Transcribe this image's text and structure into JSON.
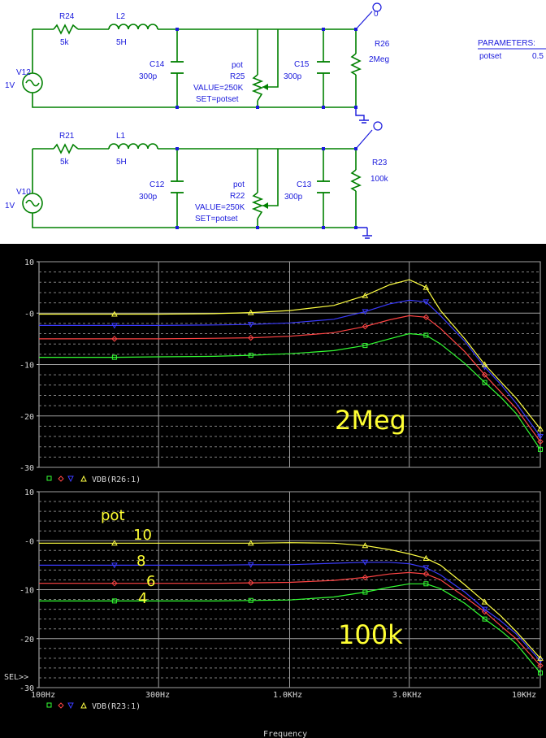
{
  "schematic": {
    "parameters": {
      "title": "PARAMETERS:",
      "name": "potset",
      "value": "0.5"
    },
    "top_circuit": {
      "source": {
        "name": "V12",
        "value": "1V"
      },
      "resistor": {
        "name": "R24",
        "value": "5k"
      },
      "inductor": {
        "name": "L2",
        "value": "5H"
      },
      "cap_a": {
        "name": "C14",
        "value": "300p"
      },
      "pot": {
        "title": "pot",
        "name": "R25",
        "value": "VALUE=250K",
        "set": "SET=potset"
      },
      "cap_b": {
        "name": "C15",
        "value": "300p"
      },
      "load": {
        "name": "R26",
        "value": "2Meg"
      },
      "probe_label": "0"
    },
    "bottom_circuit": {
      "source": {
        "name": "V10",
        "value": "1V"
      },
      "resistor": {
        "name": "R21",
        "value": "5k"
      },
      "inductor": {
        "name": "L1",
        "value": "5H"
      },
      "cap_a": {
        "name": "C12",
        "value": "300p"
      },
      "pot": {
        "title": "pot",
        "name": "R22",
        "value": "VALUE=250K",
        "set": "SET=potset"
      },
      "cap_b": {
        "name": "C13",
        "value": "300p"
      },
      "load": {
        "name": "R23",
        "value": "100k"
      }
    }
  },
  "colors": {
    "green": "#33ff33",
    "red": "#ff4444",
    "blue": "#3b3bff",
    "yellow": "#ffff44",
    "wire": "#008000",
    "label": "#1a1adc"
  },
  "plots": {
    "x_tick_labels": [
      "100Hz",
      "300Hz",
      "1.0KHz",
      "3.0KHz",
      "10KHz"
    ],
    "x_axis_label": "Frequency",
    "sel_marker": "SEL>>",
    "top_annotation": "2Meg",
    "bottom_annotation": "100k",
    "pot_label": "pot",
    "pot_values": [
      "10",
      "8",
      "6",
      "4"
    ]
  },
  "chart_data": [
    {
      "type": "line",
      "xscale": "log",
      "xlim": [
        100,
        10000
      ],
      "ylim": [
        -30,
        10
      ],
      "yticks": [
        "10",
        "-0",
        "-10",
        "-20",
        "-30"
      ],
      "legend": "VDB(R26:1)",
      "x": [
        100,
        200,
        300,
        500,
        700,
        1000,
        1500,
        2000,
        2500,
        3000,
        3500,
        4000,
        5000,
        6000,
        7000,
        8000,
        10000
      ],
      "series": [
        {
          "values": [
            -8.6,
            -8.6,
            -8.5,
            -8.4,
            -8.2,
            -7.9,
            -7.3,
            -6.3,
            -5.0,
            -4.0,
            -4.3,
            -6.0,
            -9.8,
            -13.5,
            -16.5,
            -19.5,
            -26.5
          ]
        },
        {
          "values": [
            -5.0,
            -5.0,
            -5.0,
            -4.9,
            -4.8,
            -4.5,
            -3.8,
            -2.6,
            -1.3,
            -0.5,
            -0.8,
            -3.0,
            -7.5,
            -12.0,
            -15.5,
            -18.5,
            -25.0
          ]
        },
        {
          "values": [
            -2.4,
            -2.4,
            -2.4,
            -2.3,
            -2.2,
            -1.9,
            -1.2,
            0.3,
            1.8,
            2.5,
            2.2,
            -0.5,
            -5.5,
            -10.5,
            -14.0,
            -17.5,
            -24.0
          ]
        },
        {
          "values": [
            -0.2,
            -0.2,
            -0.2,
            -0.1,
            0.1,
            0.5,
            1.5,
            3.4,
            5.5,
            6.5,
            5.0,
            0.5,
            -5.0,
            -10.0,
            -13.5,
            -16.5,
            -22.5
          ]
        }
      ]
    },
    {
      "type": "line",
      "xscale": "log",
      "xlim": [
        100,
        10000
      ],
      "ylim": [
        -30,
        10
      ],
      "yticks": [
        "10",
        "-0",
        "-10",
        "-20",
        "-30"
      ],
      "legend": "VDB(R23:1)",
      "x": [
        100,
        200,
        300,
        500,
        700,
        1000,
        1500,
        2000,
        2500,
        3000,
        3500,
        4000,
        5000,
        6000,
        7000,
        8000,
        10000
      ],
      "series": [
        {
          "values": [
            -12.3,
            -12.3,
            -12.3,
            -12.3,
            -12.2,
            -12.1,
            -11.5,
            -10.5,
            -9.5,
            -8.8,
            -8.8,
            -9.8,
            -12.8,
            -16.0,
            -18.5,
            -21.0,
            -27.0
          ]
        },
        {
          "values": [
            -8.7,
            -8.7,
            -8.7,
            -8.7,
            -8.6,
            -8.5,
            -8.1,
            -7.5,
            -6.8,
            -6.5,
            -6.8,
            -8.0,
            -11.5,
            -14.5,
            -17.5,
            -20.0,
            -25.5
          ]
        },
        {
          "values": [
            -5.0,
            -5.0,
            -5.0,
            -5.0,
            -4.9,
            -4.9,
            -4.6,
            -4.4,
            -4.4,
            -4.7,
            -5.5,
            -7.0,
            -10.5,
            -14.0,
            -16.5,
            -19.0,
            -24.5
          ]
        },
        {
          "values": [
            -0.5,
            -0.5,
            -0.5,
            -0.5,
            -0.5,
            -0.4,
            -0.5,
            -1.0,
            -1.8,
            -2.7,
            -3.6,
            -5.0,
            -9.0,
            -12.5,
            -15.5,
            -18.5,
            -24.0
          ]
        }
      ]
    }
  ]
}
